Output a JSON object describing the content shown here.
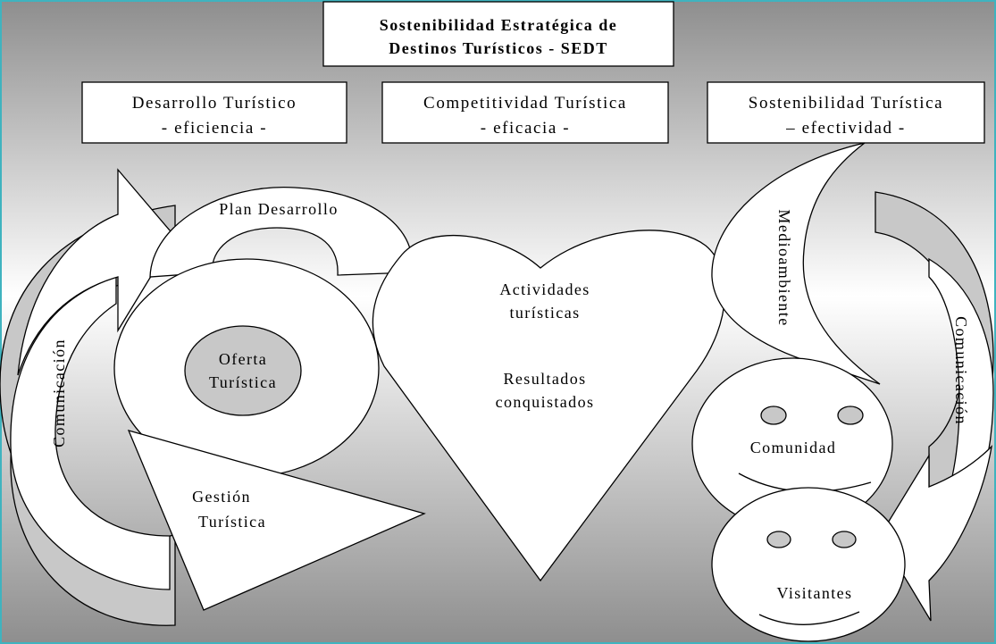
{
  "title": {
    "line1": "Sostenibilidad Estratégica de",
    "line2": "Destinos Turísticos - SEDT"
  },
  "headers": [
    {
      "line1": "Desarrollo Turístico",
      "line2": "- eficiencia -"
    },
    {
      "line1": "Competitividad Turística",
      "line2": "- eficacia -"
    },
    {
      "line1": "Sostenibilidad Turística",
      "line2": "– efectividad -"
    }
  ],
  "labels": {
    "plan": "Plan Desarrollo",
    "oferta_line1": "Oferta",
    "oferta_line2": "Turística",
    "gestion_line1": "Gestión",
    "gestion_line2": "Turística",
    "actividades_line1": "Actividades",
    "actividades_line2": "turísticas",
    "resultados_line1": "Resultados",
    "resultados_line2": "conquistados",
    "comunicacion_left": "Comunicación",
    "comunicacion_right": "Comunicación",
    "medioambiente": "Medioambiente",
    "comunidad": "Comunidad",
    "visitantes": "Visitantes"
  },
  "colors": {
    "background_edge": "#8c8c8c",
    "background_center": "#ffffff",
    "frame_border": "#3fb3bf",
    "shape_fill": "#ffffff",
    "accent_gray": "#c8c8c8"
  }
}
